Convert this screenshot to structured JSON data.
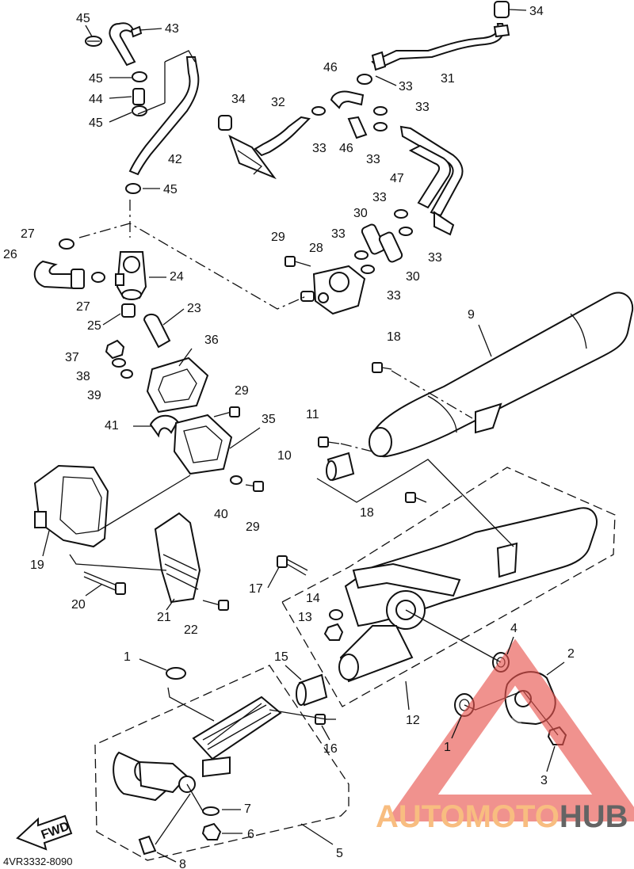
{
  "catalog_code": "4VR3332-8090",
  "fwd_label": "FWD",
  "callouts": [
    "45",
    "43",
    "34",
    "31",
    "46",
    "33",
    "45",
    "44",
    "45",
    "34",
    "32",
    "33",
    "33",
    "46",
    "33",
    "42",
    "47",
    "45",
    "33",
    "30",
    "27",
    "29",
    "28",
    "33",
    "33",
    "26",
    "24",
    "30",
    "27",
    "33",
    "25",
    "23",
    "9",
    "37",
    "36",
    "18",
    "38",
    "39",
    "29",
    "11",
    "41",
    "35",
    "10",
    "40",
    "29",
    "18",
    "19",
    "20",
    "21",
    "22",
    "17",
    "14",
    "13",
    "4",
    "2",
    "1",
    "15",
    "12",
    "16",
    "1",
    "3",
    "7",
    "6",
    "5",
    "8"
  ],
  "watermark": {
    "part1": "AUTO",
    "part2": "MOTO",
    "part3": "HUB",
    "color_light": "#f7b26b",
    "color_red": "#e8544f",
    "color_dark": "#4a4a4a"
  }
}
